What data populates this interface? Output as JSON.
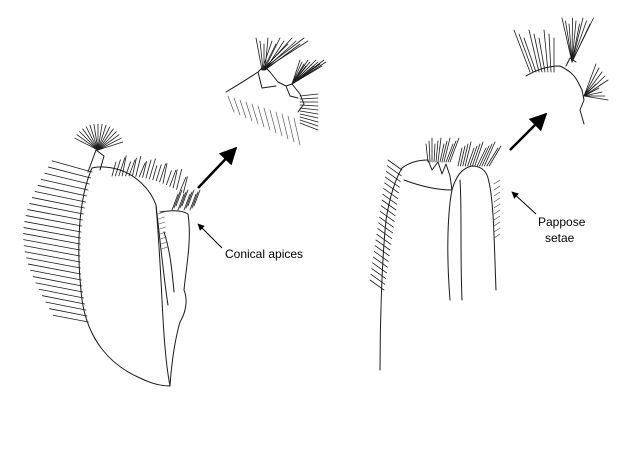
{
  "labels": {
    "conical": "Conical apices",
    "pappose_line1": "Pappose",
    "pappose_line2": "setae"
  }
}
